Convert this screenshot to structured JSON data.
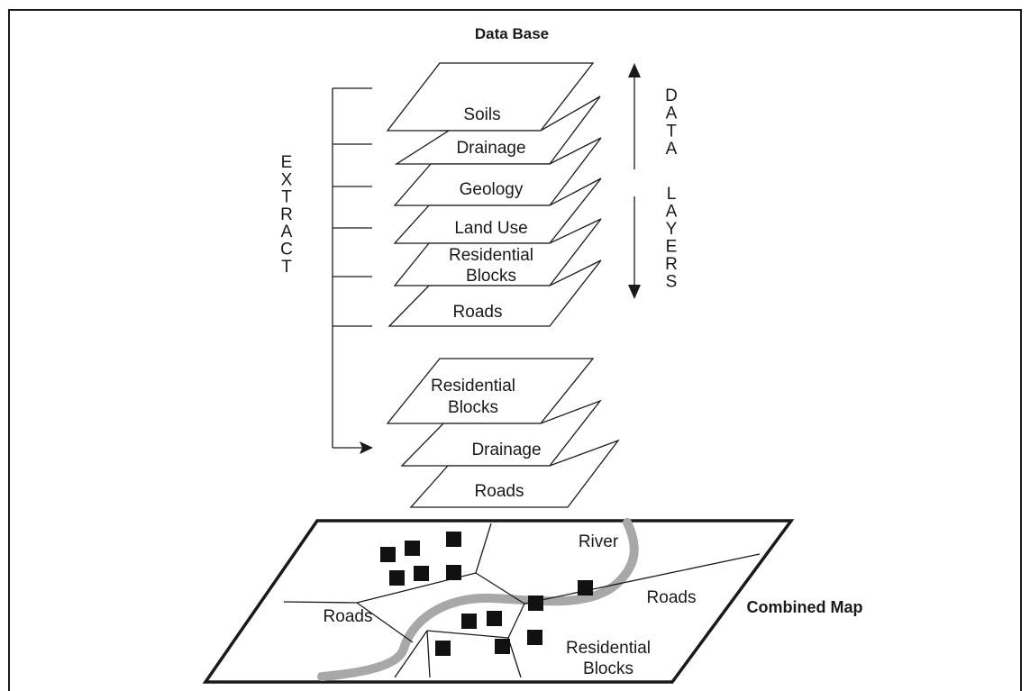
{
  "title": "Data Base",
  "extract_label": [
    "E",
    "X",
    "T",
    "R",
    "A",
    "C",
    "T"
  ],
  "data_layers_label": {
    "word1": [
      "D",
      "A",
      "T",
      "A"
    ],
    "word2": [
      "L",
      "A",
      "Y",
      "E",
      "R",
      "S"
    ]
  },
  "database_layers": [
    {
      "lines": [
        "Soils"
      ]
    },
    {
      "lines": [
        "Drainage"
      ]
    },
    {
      "lines": [
        "Geology"
      ]
    },
    {
      "lines": [
        "Land Use"
      ]
    },
    {
      "lines": [
        "Residential",
        "Blocks"
      ]
    },
    {
      "lines": [
        "Roads"
      ]
    }
  ],
  "extracted_layers": [
    {
      "lines": [
        "Residential",
        "Blocks"
      ]
    },
    {
      "lines": [
        "Drainage"
      ]
    },
    {
      "lines": [
        "Roads"
      ]
    }
  ],
  "map": {
    "river_label": "River",
    "roads_left_label": "Roads",
    "roads_right_label": "Roads",
    "residential_label": [
      "Residential",
      "Blocks"
    ],
    "combined_label": "Combined Map",
    "river_color": "#a8a8a8",
    "block_color": "#111111"
  }
}
